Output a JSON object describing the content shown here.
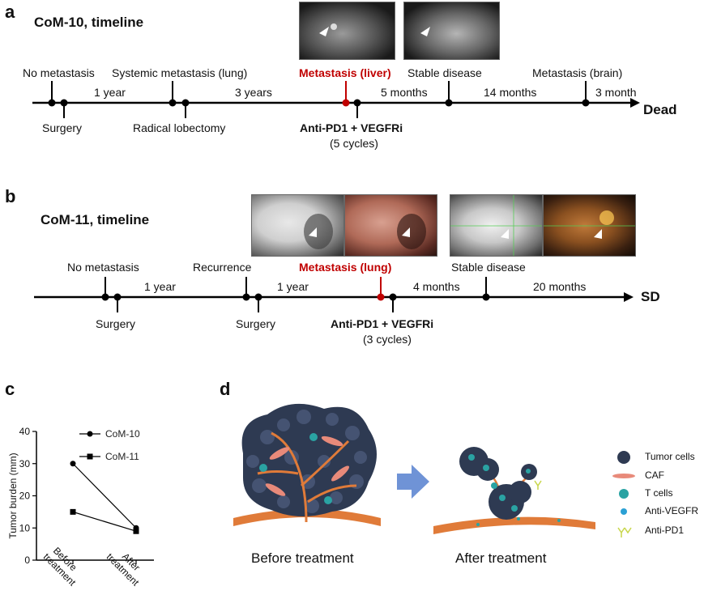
{
  "panel_a": {
    "letter": "a",
    "title": "CoM-10, timeline",
    "top_labels": [
      "No metastasis",
      "Systemic metastasis (lung)",
      "Metastasis (liver)",
      "Stable disease",
      "Metastasis (brain)"
    ],
    "intervals": [
      "1 year",
      "3 years",
      "5 months",
      "14 months",
      "3 month"
    ],
    "bottom_labels": [
      "Surgery",
      "Radical lobectomy"
    ],
    "treatment": "Anti-PD1 + VEGFRi",
    "treatment_cycles": "(5 cycles)",
    "end_label": "Dead"
  },
  "panel_b": {
    "letter": "b",
    "title": "CoM-11, timeline",
    "top_labels": [
      "No metastasis",
      "Recurrence",
      "Metastasis (lung)",
      "Stable disease"
    ],
    "intervals": [
      "1 year",
      "1 year",
      "4 months",
      "20 months"
    ],
    "bottom_labels": [
      "Surgery",
      "Surgery"
    ],
    "treatment": "Anti-PD1 + VEGFRi",
    "treatment_cycles": "(3 cycles)",
    "end_label": "SD"
  },
  "panel_c": {
    "letter": "c"
  },
  "panel_d": {
    "letter": "d",
    "before_caption": "Before treatment",
    "after_caption": "After treatment",
    "legend": [
      "Tumor cells",
      "CAF",
      "T cells",
      "Anti-VEGFR",
      "Anti-PD1"
    ]
  },
  "colors": {
    "highlight_red": "#c00000",
    "stroma_orange": "#e07b39",
    "tumor_dark": "#2e3a52",
    "tcell_teal": "#2aa3a3",
    "arrow_blue": "#6f93d6"
  },
  "chart_data": {
    "type": "line",
    "categories": [
      "Before treatment",
      "After treatment"
    ],
    "series": [
      {
        "name": "CoM-10",
        "values": [
          30,
          10
        ],
        "marker": "circle"
      },
      {
        "name": "CoM-11",
        "values": [
          15,
          9
        ],
        "marker": "square"
      }
    ],
    "ylabel": "Tumor burden (mm)",
    "ylim": [
      0,
      40
    ],
    "yticks": [
      0,
      10,
      20,
      30,
      40
    ],
    "legend": "top-right"
  }
}
